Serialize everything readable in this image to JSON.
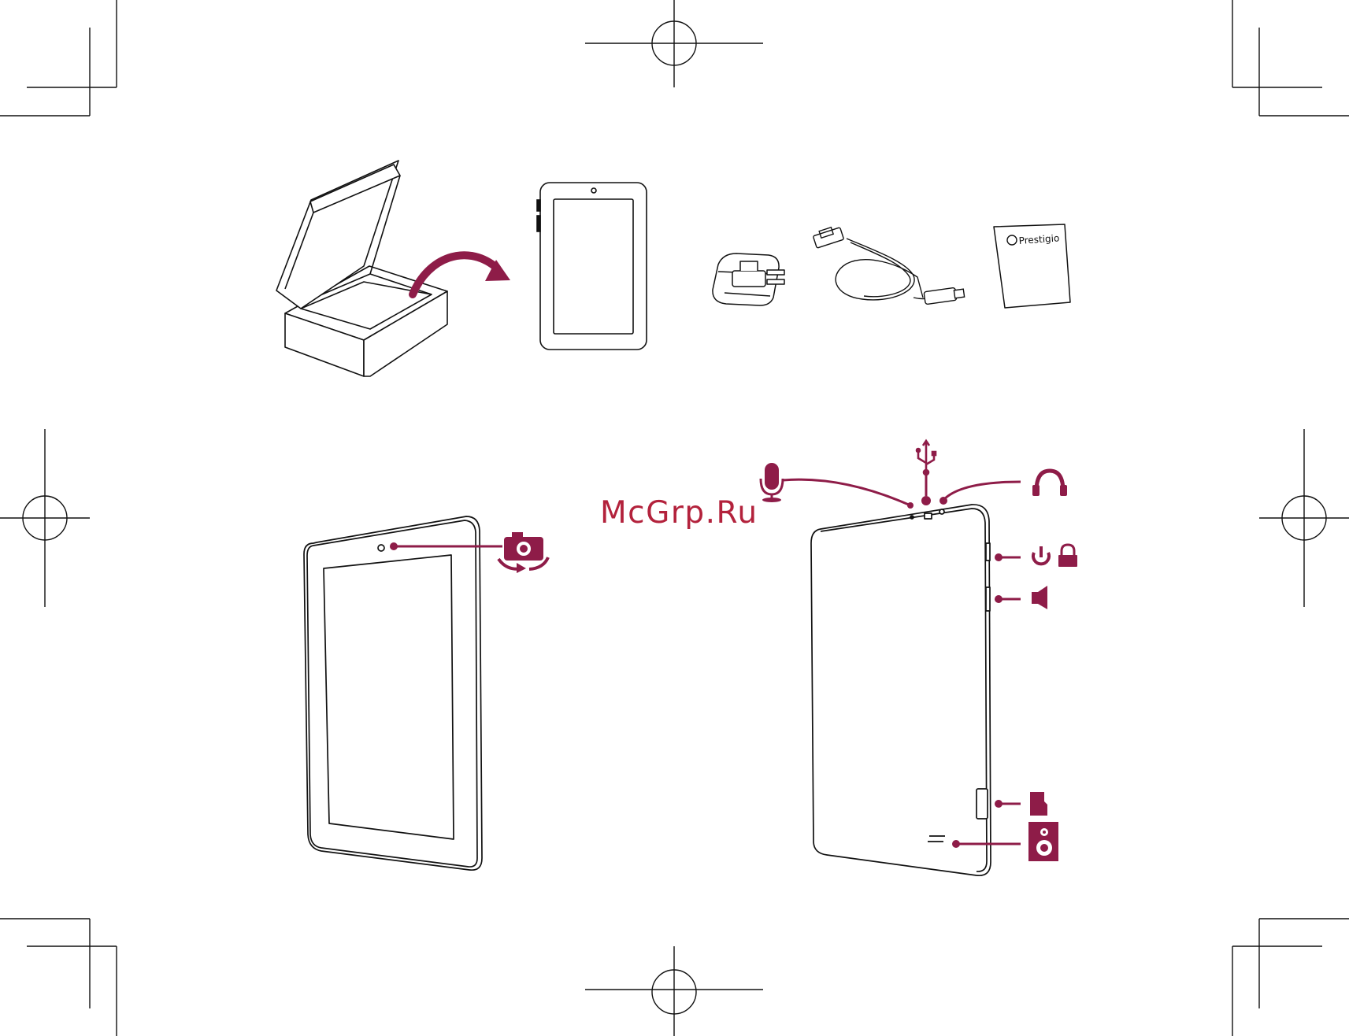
{
  "watermark": {
    "text": "McGrp.Ru"
  },
  "manual_logo": {
    "text": "Prestigio"
  },
  "colors": {
    "accent": "#8e1c48",
    "line": "#111111",
    "background": "#ffffff"
  },
  "package_contents": [
    "box-icon",
    "tablet-icon",
    "charger-icon",
    "usb-cable-icon",
    "manual-icon"
  ],
  "callouts": [
    {
      "id": "front-camera",
      "icon": "camera-switch-icon"
    },
    {
      "id": "microphone",
      "icon": "microphone-icon"
    },
    {
      "id": "usb-port",
      "icon": "usb-icon"
    },
    {
      "id": "headphone-jack",
      "icon": "headphones-icon"
    },
    {
      "id": "power-button",
      "icon": "power-icon"
    },
    {
      "id": "lock",
      "icon": "lock-icon"
    },
    {
      "id": "volume-button",
      "icon": "volume-icon"
    },
    {
      "id": "microsd-slot",
      "icon": "microsd-icon"
    },
    {
      "id": "speaker",
      "icon": "speaker-icon"
    }
  ]
}
